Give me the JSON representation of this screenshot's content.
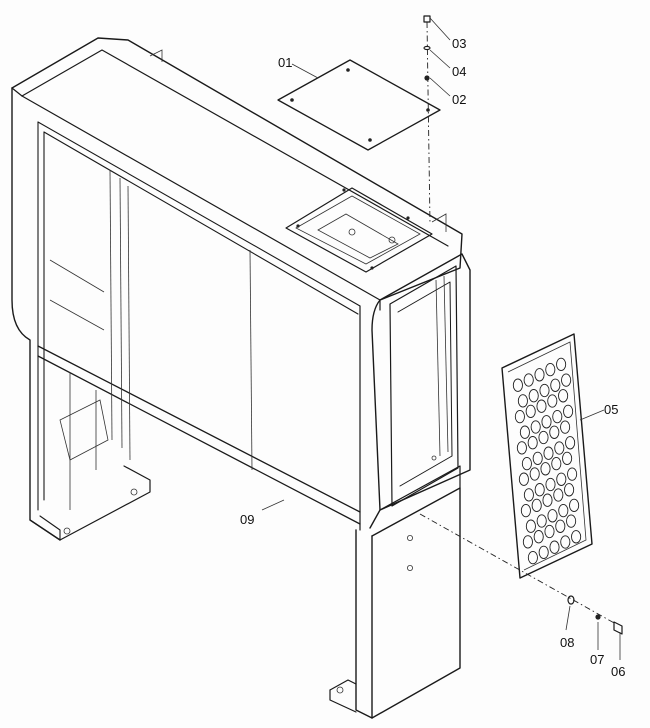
{
  "callouts": [
    {
      "id": "p01",
      "text": "01"
    },
    {
      "id": "p02",
      "text": "02"
    },
    {
      "id": "p03",
      "text": "03"
    },
    {
      "id": "p04",
      "text": "04"
    },
    {
      "id": "p05",
      "text": "05"
    },
    {
      "id": "p06",
      "text": "06"
    },
    {
      "id": "p07",
      "text": "07"
    },
    {
      "id": "p08",
      "text": "08"
    },
    {
      "id": "p09",
      "text": "09"
    }
  ],
  "colors": {
    "line": "#1a1a1a",
    "paper": "#fdfdfd"
  }
}
